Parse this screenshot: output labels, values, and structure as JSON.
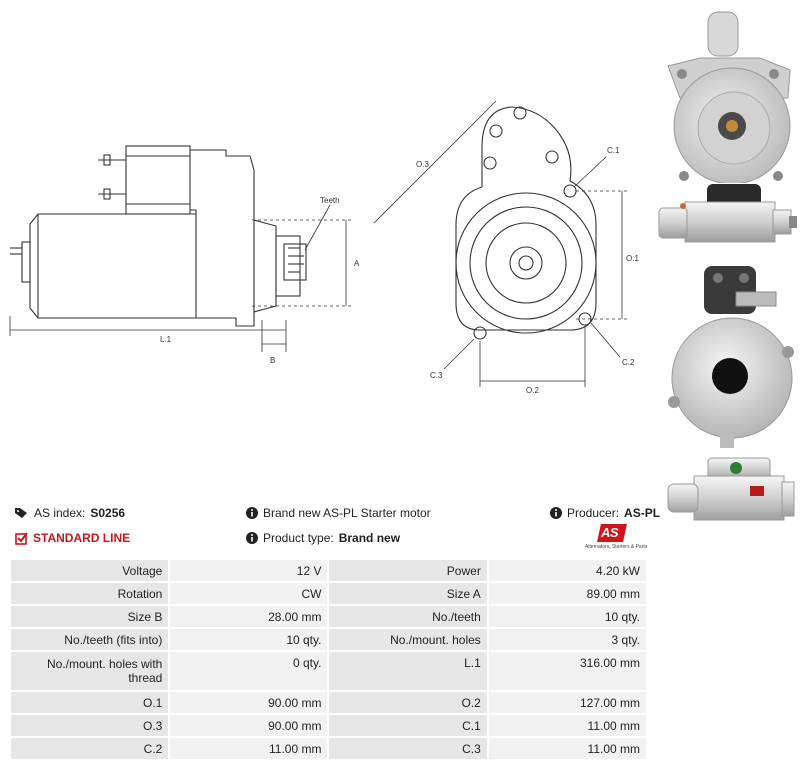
{
  "diagram": {
    "side_labels": {
      "teeth": "Teeth",
      "a": "A",
      "b": "B",
      "l1": "L.1"
    },
    "front_labels": {
      "o3": "O.3",
      "c1": "C.1",
      "o1": "O.1",
      "c2": "C.2",
      "c3": "C.3",
      "o2": "O.2"
    }
  },
  "info": {
    "as_index_label": "AS index:",
    "as_index_value": "S0256",
    "line": "STANDARD LINE",
    "description": "Brand new AS-PL Starter motor",
    "product_type_label": "Product type:",
    "product_type_value": "Brand new",
    "producer_label": "Producer:",
    "producer_value": "AS-PL",
    "logo_text": "AS",
    "logo_tagline": "Alternators, Starters & Parts"
  },
  "specs": [
    [
      "Voltage",
      "12 V",
      "Power",
      "4.20 kW"
    ],
    [
      "Rotation",
      "CW",
      "Size A",
      "89.00 mm"
    ],
    [
      "Size B",
      "28.00 mm",
      "No./teeth",
      "10 qty."
    ],
    [
      "No./teeth (fits into)",
      "10 qty.",
      "No./mount. holes",
      "3 qty."
    ],
    [
      "No./mount. holes with thread",
      "0 qty.",
      "L.1",
      "316.00 mm"
    ],
    [
      "O.1",
      "90.00 mm",
      "O.2",
      "127.00 mm"
    ],
    [
      "O.3",
      "90.00 mm",
      "C.1",
      "11.00 mm"
    ],
    [
      "C.2",
      "11.00 mm",
      "C.3",
      "11.00 mm"
    ]
  ],
  "colors": {
    "accent_red": "#d0141a",
    "label_cell": "#e6e6e6",
    "value_cell": "#f1f1f1"
  },
  "icons": [
    "tag-icon",
    "check-square-icon",
    "info-icon"
  ]
}
